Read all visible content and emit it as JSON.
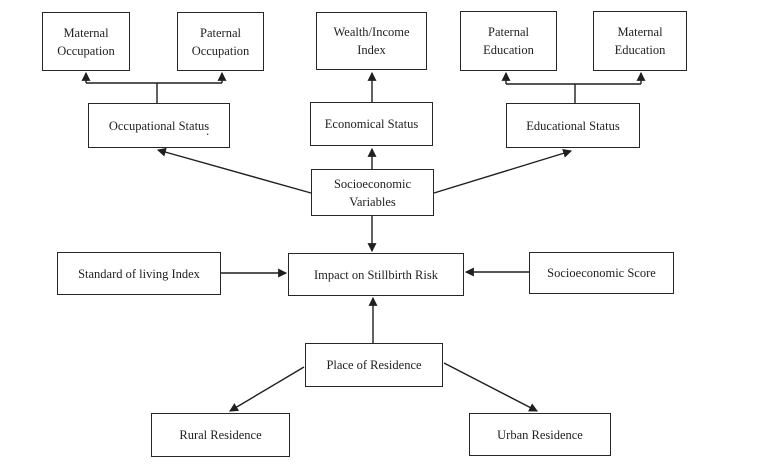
{
  "diagram": {
    "background_color": "#ffffff",
    "line_color": "#1f1f1f",
    "box_border_color": "#262626",
    "text_color": "#1f1f1f",
    "nodes": {
      "maternal_occupation": "Maternal\nOccupation",
      "paternal_occupation": "Paternal\nOccupation",
      "wealth_income_index": "Wealth/Income\nIndex",
      "paternal_education": "Paternal\nEducation",
      "maternal_education": "Maternal\nEducation",
      "occupational_status": "Occupational Status",
      "economical_status": "Economical Status",
      "educational_status": "Educational Status",
      "socioeconomic_variables": "Socioeconomic\nVariables",
      "standard_of_living_index": "Standard of living Index",
      "impact_on_stillbirth_risk": "Impact on Stillbirth Risk",
      "socioeconomic_score": "Socioeconomic Score",
      "place_of_residence": "Place of Residence",
      "rural_residence": "Rural Residence",
      "urban_residence": "Urban Residence"
    },
    "stray_dot": ".",
    "edges": [
      {
        "from": "occupational_status",
        "to": "maternal_occupation"
      },
      {
        "from": "occupational_status",
        "to": "paternal_occupation"
      },
      {
        "from": "economical_status",
        "to": "wealth_income_index"
      },
      {
        "from": "educational_status",
        "to": "paternal_education"
      },
      {
        "from": "educational_status",
        "to": "maternal_education"
      },
      {
        "from": "socioeconomic_variables",
        "to": "occupational_status"
      },
      {
        "from": "socioeconomic_variables",
        "to": "economical_status"
      },
      {
        "from": "socioeconomic_variables",
        "to": "educational_status"
      },
      {
        "from": "socioeconomic_variables",
        "to": "impact_on_stillbirth_risk"
      },
      {
        "from": "standard_of_living_index",
        "to": "impact_on_stillbirth_risk"
      },
      {
        "from": "socioeconomic_score",
        "to": "impact_on_stillbirth_risk"
      },
      {
        "from": "place_of_residence",
        "to": "impact_on_stillbirth_risk"
      },
      {
        "from": "place_of_residence",
        "to": "rural_residence"
      },
      {
        "from": "place_of_residence",
        "to": "urban_residence"
      }
    ]
  }
}
